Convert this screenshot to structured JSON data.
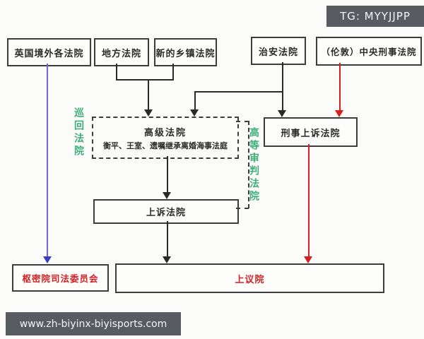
{
  "watermarks": {
    "top_right": "TG: MYYJJPP",
    "bottom_left": "www.zh-biyinx-biyisports.com"
  },
  "diagram": {
    "type": "flowchart",
    "subject": "UK court system hierarchy (Chinese)",
    "nodes": {
      "overseas": {
        "label": "英国境外各法院"
      },
      "local": {
        "label": "地方法院"
      },
      "township": {
        "label": "新的乡镇法院"
      },
      "magistrates": {
        "label": "治安法院"
      },
      "central_criminal": {
        "label": "（伦敦）中央刑事法院"
      },
      "high_court": {
        "title": "高级法院",
        "subtitle": "衡平、王室、遗嘱继承离婚海事法庭",
        "border": "dashed"
      },
      "criminal_appeal": {
        "label": "刑事上诉法院"
      },
      "court_of_appeal": {
        "label": "上诉法院"
      },
      "privy_council": {
        "label": "枢密院司法委员会",
        "text_color": "red"
      },
      "house_of_lords": {
        "label": "上议院",
        "text_color": "red"
      }
    },
    "side_labels": {
      "circuit": {
        "label": "巡回法院",
        "orientation": "vertical",
        "color": "green"
      },
      "supreme": {
        "label": "高等审判法院",
        "orientation": "vertical",
        "color": "green"
      }
    },
    "edges": [
      {
        "from": "overseas",
        "to": "privy_council",
        "color": "blue",
        "style": "solid-arrow"
      },
      {
        "from": "local",
        "to": "high_court",
        "color": "black",
        "style": "solid-arrow"
      },
      {
        "from": "township",
        "to": "high_court",
        "color": "black",
        "style": "solid-arrow"
      },
      {
        "from": "magistrates",
        "to": "high_court",
        "color": "black",
        "style": "solid-arrow"
      },
      {
        "from": "magistrates",
        "to": "criminal_appeal",
        "color": "black",
        "style": "solid-arrow"
      },
      {
        "from": "central_criminal",
        "to": "criminal_appeal",
        "color": "red",
        "style": "solid-arrow"
      },
      {
        "from": "high_court",
        "to": "court_of_appeal",
        "color": "black",
        "style": "solid-arrow"
      },
      {
        "from": "court_of_appeal",
        "to": "house_of_lords",
        "color": "black",
        "style": "solid-arrow"
      },
      {
        "from": "criminal_appeal",
        "to": "house_of_lords",
        "color": "red",
        "style": "solid-arrow"
      },
      {
        "from": "high_court",
        "to": "court_of_appeal",
        "color": "black",
        "style": "dashed-bracket"
      }
    ],
    "colors": {
      "ink": "#2a2a2a",
      "red": "#d42020",
      "blue": "#3a3acc",
      "blueline": "#6a6ad0",
      "green": "#3fae7a",
      "wm-bg": "#585c60",
      "wm-fg": "#f4f4f4",
      "bg": "#fbfbfa"
    }
  }
}
